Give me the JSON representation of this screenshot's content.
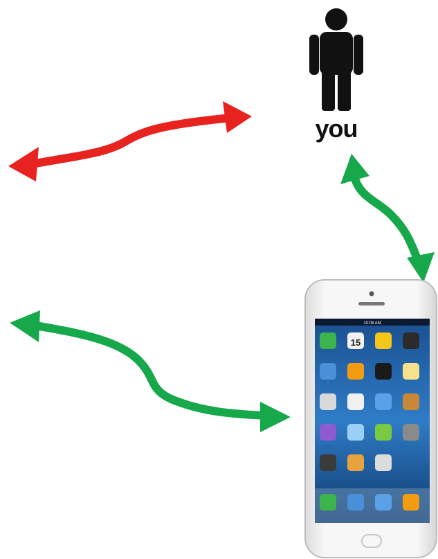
{
  "labels": {
    "person": "you"
  },
  "colors": {
    "negative_arrow": "#e8221f",
    "positive_arrow": "#16a84a",
    "person": "#111111",
    "phone_body": "#f3f3f3",
    "phone_screen": "#1f5fa8"
  },
  "icons": {
    "person": "person-icon",
    "device": "smartphone-icon"
  },
  "phone": {
    "status_time": "10:08 AM",
    "calendar_day": "15"
  }
}
